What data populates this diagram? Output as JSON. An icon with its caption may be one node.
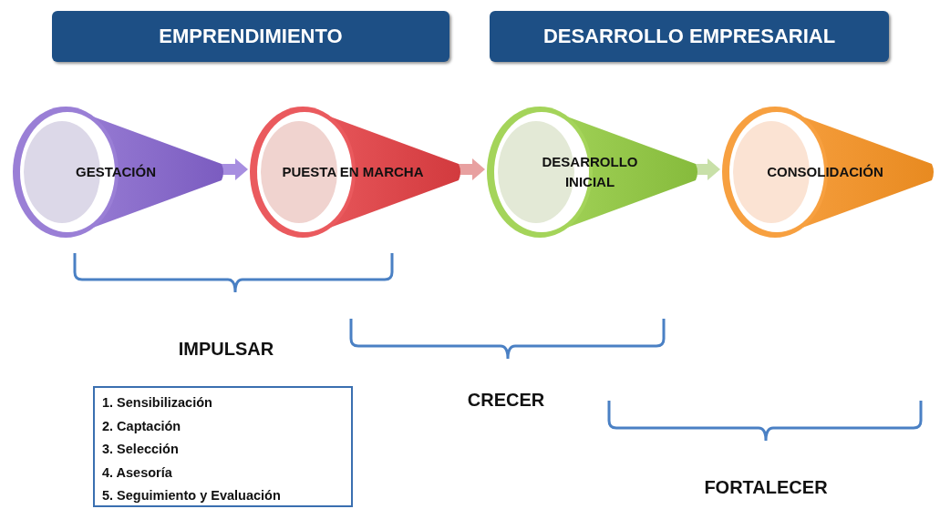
{
  "diagram": {
    "nodes": [
      {
        "text": [
          "EMPRENDIMIENTO"
        ]
      },
      {
        "text": [
          "DESARROLLO EMPRESARIAL"
        ]
      },
      {
        "text": [
          "GESTACIÓN"
        ]
      },
      {
        "text": [
          "PUESTA EN MARCHA"
        ]
      },
      {
        "text": [
          "DESARROLLO INICIAL"
        ]
      },
      {
        "text": [
          "CONSOLIDACIÓN"
        ]
      },
      {
        "text": [
          "1. Sensibilización",
          "2. Captación",
          "3. Selección",
          "4. Asesoría",
          "5. Seguimiento y Evaluación"
        ]
      }
    ],
    "edges": [
      {
        "from": 2,
        "to": 3,
        "arrow": "to",
        "color": "#a78ee0"
      },
      {
        "from": 3,
        "to": 4,
        "arrow": "to",
        "color": "#e8a0a0"
      },
      {
        "from": 4,
        "to": 5,
        "arrow": "to",
        "color": "#c8e0a8"
      }
    ],
    "labels": [
      "IMPULSAR",
      "CRECER",
      "FORTALECER"
    ]
  }
}
